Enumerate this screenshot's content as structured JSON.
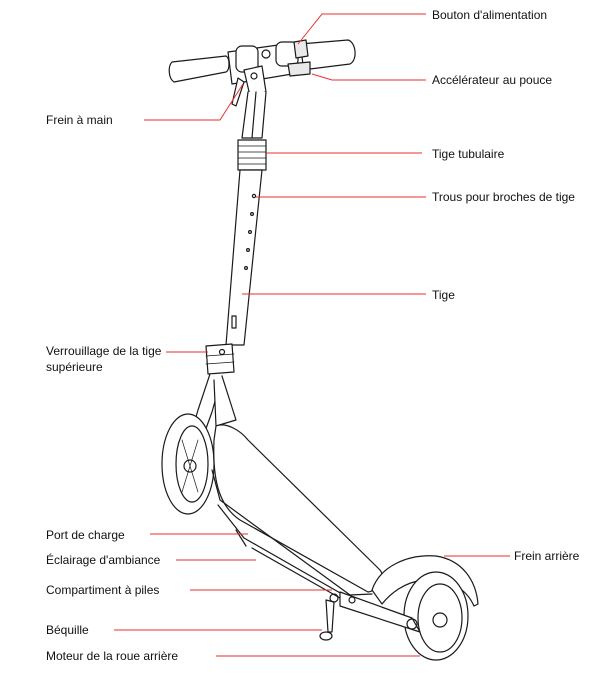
{
  "labels": {
    "power_button": "Bouton d'alimentation",
    "thumb_throttle": "Accélérateur au pouce",
    "hand_brake": "Frein à main",
    "tube_stem": "Tige tubulaire",
    "stem_pin_holes": "Trous pour broches de tige",
    "stem": "Tige",
    "upper_stem_lock": "Verrouillage de la tige supérieure",
    "charging_port": "Port de charge",
    "ambient_light": "Éclairage d'ambiance",
    "battery_compartment": "Compartiment à piles",
    "kickstand": "Béquille",
    "rear_wheel_motor": "Moteur de la roue arrière",
    "rear_brake": "Frein arrière"
  },
  "colors": {
    "leader_line": "#e8312f",
    "outline": "#1a1a1a"
  }
}
